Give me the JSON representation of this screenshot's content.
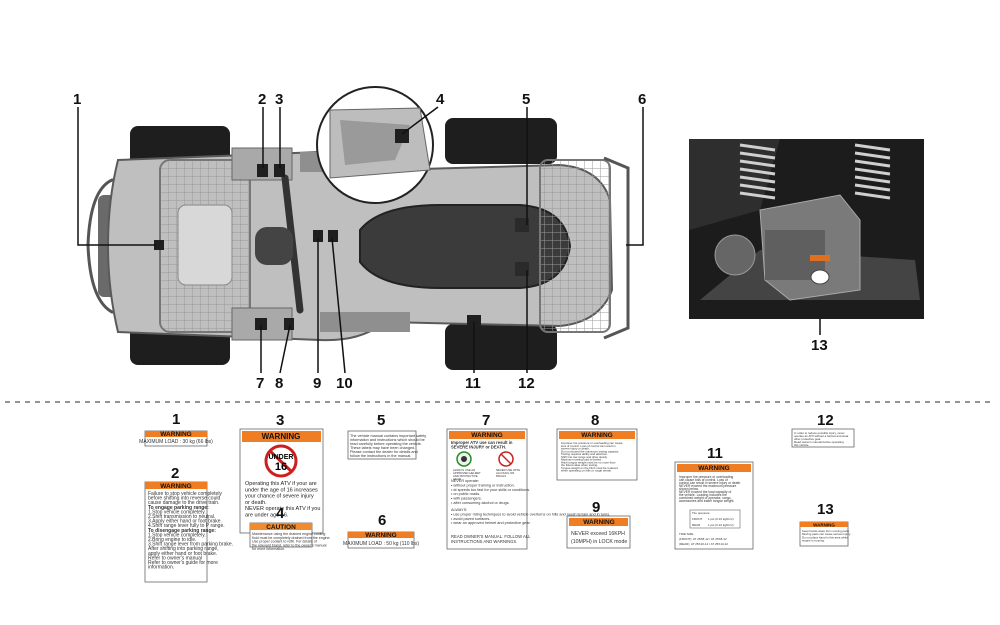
{
  "callouts": [
    "1",
    "2",
    "3",
    "4",
    "5",
    "6",
    "7",
    "8",
    "9",
    "10",
    "11",
    "12",
    "13"
  ],
  "labels": {
    "l1": {
      "number": "1",
      "header": "WARNING",
      "text": "MAXIMUM LOAD : 30 kg (66 lbs)"
    },
    "l2": {
      "number": "2",
      "header": "WARNING",
      "lines": [
        "Failure to stop vehicle completely",
        "before shifting into reverse could",
        "cause damage to the drive train.",
        "",
        "To engage parking range:",
        "1.Stop vehicle completely.",
        "2.Shift transmission to neutral.",
        "3.Apply either hand or foot brake.",
        "4.Shift range lever fully to P range.",
        "To disengage parking range:",
        "1.Stop vehicle completely.",
        "2.Bring engine to idle.",
        "3.Shift range lever from parking brake.",
        "",
        "After shifting into parking range,",
        "apply either hand or foot brake.",
        "Refer to owner's manual",
        "Refer to owner's guide for more",
        "information."
      ],
      "bold_lines": [
        "To engage parking range:",
        "To disengage parking range:"
      ]
    },
    "l3": {
      "number": "3",
      "header": "WARNING",
      "sign_top": "UNDER",
      "sign_num": "16",
      "text1": "Operating this ATV if your are under the age of 16 increases your chance of severe injury or death.",
      "text2": "NEVER operate this ATV if you are under age 16."
    },
    "l4": {
      "number": "4",
      "header": "CAUTION",
      "lines": [
        "Maintenance using the drained engine cooling",
        "fluid must be completely drained from the engine.",
        "Use proper coolant to refill. For details of",
        "the relevant brand, refer to the owner's manual",
        "for more information."
      ]
    },
    "l5": {
      "number": "5",
      "lines": [
        "The vehicle manual contains important safety",
        "information and instructions which should be",
        "read carefully before operating the vehicle.",
        "These labels may have been changed.",
        "Please contact the dealer for details and",
        "follow the instructions in the manual."
      ]
    },
    "l6": {
      "number": "6",
      "header": "WARNING",
      "text": "MAXIMUM LOAD : 50 kg (110 lbs)"
    },
    "l7": {
      "number": "7",
      "header": "WARNING",
      "intro": "Improper ATV use can result in SEVERE INJURY or DEATH.",
      "icon1": "ALWAYS USE AN APPROVED HELMET AND PROTECTIVE GEAR",
      "icon2": "NEVER USE WITH ALCOHOL OR DRUGS",
      "never_head": "NEVER operate:",
      "never_items": [
        "without proper training or instruction.",
        "at speeds too fast for your skills or conditions.",
        "on public roads.",
        "with passengers.",
        "after consuming alcohol or drugs."
      ],
      "always_head": "ALWAYS:",
      "always_items": [
        "use proper riding techniques to avoid vehicle overturns on hills and rough terrain and in turns.",
        "avoid paved surfaces.",
        "wear an approved helmet and protective gear."
      ],
      "footer": "READ OWNER'S MANUAL. FOLLOW ALL INSTRUCTIONS AND WARNINGS."
    },
    "l8": {
      "number": "8",
      "header": "WARNING",
      "lines": [
        "Improper tire pressure or overloading can cause",
        "loss of control. Loss of control can result in",
        "severe injury or death.",
        "",
        "Do not exceed the maximum towing capacity.",
        "Towing requires ability and attention.",
        "Shift into low range and drive slowly.",
        "Maximum towing load is limited.",
        "",
        "Hitch tongue weight must be no more than",
        "the listed value when towing.",
        "",
        "Tongue weight on the hitch must be reduced",
        "when operating on hills or rough terrain."
      ]
    },
    "l9": {
      "number": "9",
      "header": "WARNING",
      "line1": "NEVER exceed 16KPH",
      "line2": "(10MPH) in LOCK mode"
    },
    "l11": {
      "number": "11",
      "header": "WARNING",
      "lines": [
        "Improper tire pressure or overloading",
        "can cause loss of control. Loss of",
        "control can result in severe injury or death.",
        "",
        "NEVER exceed the maximum pressure",
        "shown below.",
        "",
        "NEVER exceed the load capacity of",
        "the vehicle. Loading includes the",
        "combined weight of operator, cargo,",
        "accessories and trailer tongue weight."
      ],
      "table_head": "Tire pressure",
      "front_label": "FRONT",
      "front_value": "1 psi (0.10 kgf/cm²)",
      "rear_label": "REAR",
      "rear_value": "1 psi (0.10 kgf/cm²)",
      "size_head": "TIRE SIZE",
      "front_size": "(FRONT): AT 25X8-12 / AT 25X8-12",
      "rear_size": "(REAR): AT 25X10-12 / AT 25X10-12"
    },
    "l12": {
      "number": "12",
      "lines": [
        "In order to reduce possible injury, never",
        "operate an ATV without a helmet and wear",
        "other protective gear.",
        "Read owner's manual before operating",
        "this vehicle."
      ]
    },
    "l13": {
      "number": "13",
      "header": "WARNING",
      "lines": [
        "Keep hands away from moving parts.",
        "Moving parts can cause serious injury.",
        "Do not place hand in this area while",
        "engine is running."
      ]
    }
  },
  "colors": {
    "warning_orange": "#ee7d24",
    "caution_orange": "#f18b2e",
    "dark": "#1e1e1e",
    "grey": "#8a8a8a",
    "light_grey": "#d6d6d6",
    "red": "#cc1f1f"
  }
}
